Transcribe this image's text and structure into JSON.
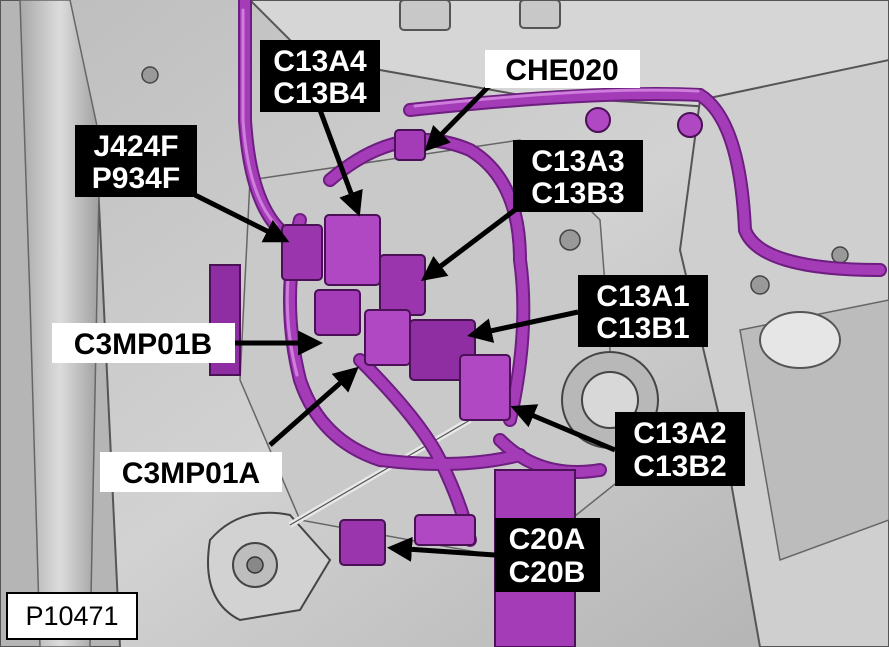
{
  "figure_id": "P10471",
  "callouts": [
    {
      "id": "c13a4",
      "lines": [
        "C13A4",
        "C13B4"
      ]
    },
    {
      "id": "che020",
      "lines": [
        "CHE020"
      ]
    },
    {
      "id": "j424f",
      "lines": [
        "J424F",
        "P934F"
      ]
    },
    {
      "id": "c13a3",
      "lines": [
        "C13A3",
        "C13B3"
      ]
    },
    {
      "id": "c13a1",
      "lines": [
        "C13A1",
        "C13B1"
      ]
    },
    {
      "id": "c3mp01b",
      "lines": [
        "C3MP01B"
      ]
    },
    {
      "id": "c13a2",
      "lines": [
        "C13A2",
        "C13B2"
      ]
    },
    {
      "id": "c3mp01a",
      "lines": [
        "C3MP01A"
      ]
    },
    {
      "id": "c20a",
      "lines": [
        "C20A",
        "C20B"
      ]
    }
  ],
  "colors": {
    "harness": "#a43cb8",
    "harness_dark": "#6e1d80",
    "harness_light": "#d98de6",
    "metal": "#c4c4c4",
    "metal_dark": "#8c8c8c",
    "label_bg": "#000000",
    "label_text": "#ffffff",
    "figure_id_bg": "#ffffff",
    "figure_id_text": "#000000"
  }
}
